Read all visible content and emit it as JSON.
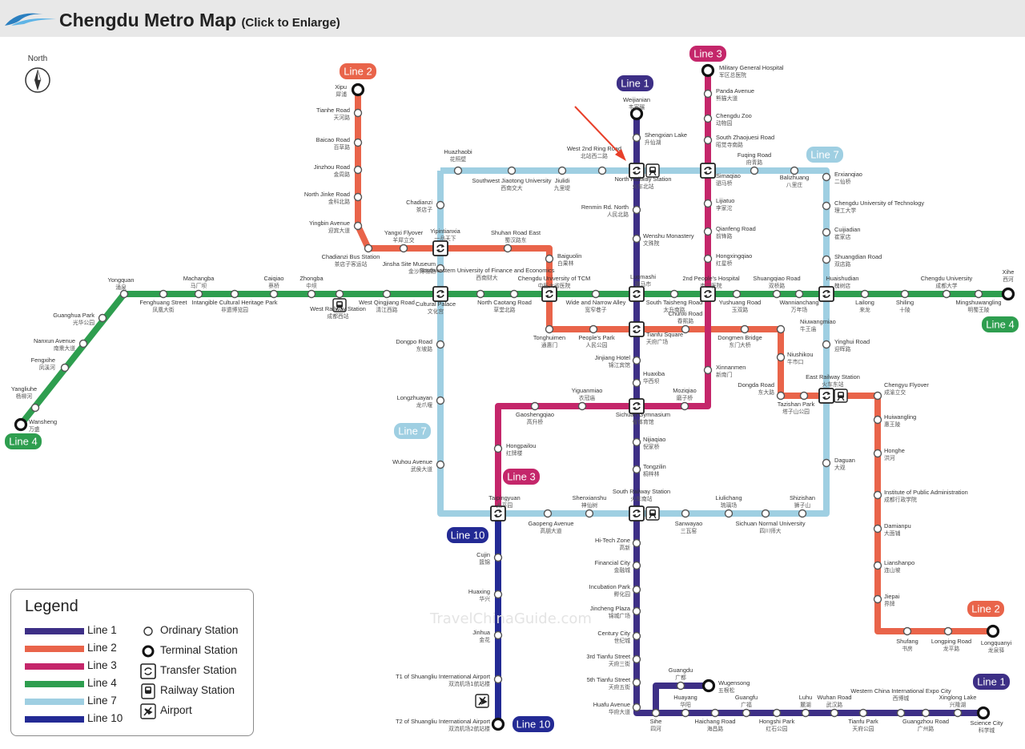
{
  "header": {
    "title": "Chengdu Metro Map",
    "subtitle": "(Click to Enlarge)"
  },
  "compass_label": "North",
  "watermark": "TravelChinaGuide.com",
  "colors": {
    "line1": "#3d2f86",
    "line2": "#e9644a",
    "line3": "#c4266a",
    "line4": "#2e9e4f",
    "line7": "#9fcfe2",
    "line10": "#232a94"
  },
  "line_badges": [
    {
      "text": "Line 1",
      "color": "#3d2f86"
    },
    {
      "text": "Line 1",
      "color": "#3d2f86"
    },
    {
      "text": "Line 2",
      "color": "#e9644a"
    },
    {
      "text": "Line 2",
      "color": "#e9644a"
    },
    {
      "text": "Line 3",
      "color": "#c4266a"
    },
    {
      "text": "Line 3",
      "color": "#c4266a"
    },
    {
      "text": "Line 4",
      "color": "#2e9e4f"
    },
    {
      "text": "Line 4",
      "color": "#2e9e4f"
    },
    {
      "text": "Line 7",
      "color": "#9fcfe2"
    },
    {
      "text": "Line 7",
      "color": "#9fcfe2"
    },
    {
      "text": "Line 10",
      "color": "#232a94"
    },
    {
      "text": "Line 10",
      "color": "#232a94"
    }
  ],
  "legend": {
    "title": "Legend",
    "lines": [
      {
        "label": "Line 1",
        "color": "#3d2f86"
      },
      {
        "label": "Line 2",
        "color": "#e9644a"
      },
      {
        "label": "Line 3",
        "color": "#c4266a"
      },
      {
        "label": "Line 4",
        "color": "#2e9e4f"
      },
      {
        "label": "Line 7",
        "color": "#9fcfe2"
      },
      {
        "label": "Line 10",
        "color": "#232a94"
      }
    ],
    "symbols": [
      {
        "label": "Ordinary Station",
        "icon": "ordinary-station-icon"
      },
      {
        "label": "Terminal Station",
        "icon": "terminal-station-icon"
      },
      {
        "label": "Transfer Station",
        "icon": "transfer-station-icon"
      },
      {
        "label": "Railway Station",
        "icon": "railway-station-icon"
      },
      {
        "label": "Airport",
        "icon": "airport-icon"
      }
    ]
  },
  "stations": [
    {
      "en": "Weijianian",
      "zh": "韦家碾"
    },
    {
      "en": "Shengxian Lake",
      "zh": "升仙湖"
    },
    {
      "en": "North Railway Station",
      "zh": "火车北站"
    },
    {
      "en": "Renmin Rd. North",
      "zh": "人民北路"
    },
    {
      "en": "Wenshu Monastery",
      "zh": "文殊院"
    },
    {
      "en": "Luomashi",
      "zh": "骡马市"
    },
    {
      "en": "Tianfu Square",
      "zh": "天府广场"
    },
    {
      "en": "Jinjiang Hotel",
      "zh": "锦江宾馆"
    },
    {
      "en": "Huaxiba",
      "zh": "华西坝"
    },
    {
      "en": "Sichuan Gymnasium",
      "zh": "省体育馆"
    },
    {
      "en": "Nijiaqiao",
      "zh": "倪家桥"
    },
    {
      "en": "Tongzilin",
      "zh": "桐梓林"
    },
    {
      "en": "South Railway Station",
      "zh": "火车南站"
    },
    {
      "en": "Hi-Tech Zone",
      "zh": "高新"
    },
    {
      "en": "Financial City",
      "zh": "金融城"
    },
    {
      "en": "Incubation Park",
      "zh": "孵化园"
    },
    {
      "en": "Jincheng Plaza",
      "zh": "锦城广场"
    },
    {
      "en": "Century City",
      "zh": "世纪城"
    },
    {
      "en": "3rd Tianfu Street",
      "zh": "天府三街"
    },
    {
      "en": "5th Tianfu Street",
      "zh": "天府五街"
    },
    {
      "en": "Huafu Avenue",
      "zh": "华府大道"
    },
    {
      "en": "Sihe",
      "zh": "四河"
    },
    {
      "en": "Guangdu",
      "zh": "广都"
    },
    {
      "en": "Wugensong",
      "zh": "五根松"
    },
    {
      "en": "Huayang",
      "zh": "华阳"
    },
    {
      "en": "Haichang Road",
      "zh": "海昌路"
    },
    {
      "en": "Guangfu",
      "zh": "广福"
    },
    {
      "en": "Hongshi Park",
      "zh": "红石公园"
    },
    {
      "en": "Luhu",
      "zh": "麓湖"
    },
    {
      "en": "Wuhan Road",
      "zh": "武汉路"
    },
    {
      "en": "Tianfu Park",
      "zh": "天府公园"
    },
    {
      "en": "Western China International Expo City",
      "zh": "西博城"
    },
    {
      "en": "Guangzhou Road",
      "zh": "广州路"
    },
    {
      "en": "Xinglong Lake",
      "zh": "兴隆湖"
    },
    {
      "en": "Science City",
      "zh": "科学城"
    },
    {
      "en": "Xipu",
      "zh": "犀浦"
    },
    {
      "en": "Tianhe Road",
      "zh": "天河路"
    },
    {
      "en": "Baicao Road",
      "zh": "百草路"
    },
    {
      "en": "Jinzhou Road",
      "zh": "金周路"
    },
    {
      "en": "North Jinke Road",
      "zh": "金科北路"
    },
    {
      "en": "Yingbin Avenue",
      "zh": "迎宾大道"
    },
    {
      "en": "Chadianzi Bus Station",
      "zh": "茶店子客运站"
    },
    {
      "en": "Yangxi Flyover",
      "zh": "羊犀立交"
    },
    {
      "en": "Yipintianxia",
      "zh": "一品天下"
    },
    {
      "en": "Shuhan Road East",
      "zh": "蜀汉路东"
    },
    {
      "en": "Baiguolin",
      "zh": "白果林"
    },
    {
      "en": "Chengdu University of TCM",
      "zh": "中医大省医院"
    },
    {
      "en": "Tonghuimen",
      "zh": "通惠门"
    },
    {
      "en": "People's Park",
      "zh": "人民公园"
    },
    {
      "en": "Chunxi Road",
      "zh": "春熙路"
    },
    {
      "en": "Dongmen Bridge",
      "zh": "东门大桥"
    },
    {
      "en": "Niuwangmiao",
      "zh": "牛王庙"
    },
    {
      "en": "Niushikou",
      "zh": "牛市口"
    },
    {
      "en": "Dongda Road",
      "zh": "东大路"
    },
    {
      "en": "Tazishan Park",
      "zh": "塔子山公园"
    },
    {
      "en": "Chengyu Flyover",
      "zh": "成渝立交"
    },
    {
      "en": "Huiwangling",
      "zh": "惠王陵"
    },
    {
      "en": "Honghe",
      "zh": "洪河"
    },
    {
      "en": "Institute of Public Administration",
      "zh": "成都行政学院"
    },
    {
      "en": "Damianpu",
      "zh": "大面铺"
    },
    {
      "en": "Lianshanpo",
      "zh": "连山坡"
    },
    {
      "en": "Jiepai",
      "zh": "界牌"
    },
    {
      "en": "Shufang",
      "zh": "书房"
    },
    {
      "en": "Longping Road",
      "zh": "龙平路"
    },
    {
      "en": "Longquanyi",
      "zh": "龙泉驿"
    },
    {
      "en": "Military General Hospital",
      "zh": "军区总医院"
    },
    {
      "en": "Panda Avenue",
      "zh": "熊猫大道"
    },
    {
      "en": "Chengdu Zoo",
      "zh": "动物园"
    },
    {
      "en": "South Zhaojuesi Road",
      "zh": "昭觉寺南路"
    },
    {
      "en": "Simaqiao",
      "zh": "驷马桥"
    },
    {
      "en": "Lijiatuo",
      "zh": "李家沱"
    },
    {
      "en": "Qianfeng Road",
      "zh": "前锋路"
    },
    {
      "en": "Hongxingqiao",
      "zh": "红星桥"
    },
    {
      "en": "2nd People's Hospital",
      "zh": "市二医院"
    },
    {
      "en": "Xinnanmen",
      "zh": "新南门"
    },
    {
      "en": "Moziqiao",
      "zh": "磨子桥"
    },
    {
      "en": "Yiguanmiao",
      "zh": "衣冠庙"
    },
    {
      "en": "Gaoshengqiao",
      "zh": "高升桥"
    },
    {
      "en": "Hongpailou",
      "zh": "红牌楼"
    },
    {
      "en": "Taipingyuan",
      "zh": "太平园"
    },
    {
      "en": "Wansheng",
      "zh": "万盛"
    },
    {
      "en": "Yangliuhe",
      "zh": "杨柳河"
    },
    {
      "en": "Fengxihe",
      "zh": "凤溪河"
    },
    {
      "en": "Nanxun Avenue",
      "zh": "南熏大道"
    },
    {
      "en": "Guanghua Park",
      "zh": "光华公园"
    },
    {
      "en": "Yongquan",
      "zh": "涌泉"
    },
    {
      "en": "Fenghuang Street",
      "zh": "凤凰大街"
    },
    {
      "en": "Machangba",
      "zh": "马厂坝"
    },
    {
      "en": "Intangible Cultural Heritage Park",
      "zh": "非遗博览园"
    },
    {
      "en": "Caiqiao",
      "zh": "蔡桥"
    },
    {
      "en": "Zhongba",
      "zh": "中坝"
    },
    {
      "en": "West Railway Station",
      "zh": "成都西站"
    },
    {
      "en": "West Qingjiang Road",
      "zh": "清江西路"
    },
    {
      "en": "Cultural Palace",
      "zh": "文化宫"
    },
    {
      "en": "Southwestern University of Finance and Economics",
      "zh": "西南财大"
    },
    {
      "en": "North Caotang Road",
      "zh": "草堂北路"
    },
    {
      "en": "Wide and Narrow Alley",
      "zh": "宽窄巷子"
    },
    {
      "en": "South Taisheng Road",
      "zh": "太升南路"
    },
    {
      "en": "Yushuang Road",
      "zh": "玉双路"
    },
    {
      "en": "Shuangqiao Road",
      "zh": "双桥路"
    },
    {
      "en": "Wannianchang",
      "zh": "万年场"
    },
    {
      "en": "Huaishudian",
      "zh": "槐树店"
    },
    {
      "en": "Lailong",
      "zh": "来龙"
    },
    {
      "en": "Shiling",
      "zh": "十陵"
    },
    {
      "en": "Chengdu University",
      "zh": "成都大学"
    },
    {
      "en": "Mingshuwangling",
      "zh": "明蜀王陵"
    },
    {
      "en": "Xihe",
      "zh": "西河"
    },
    {
      "en": "West 2nd Ring Road",
      "zh": "北站西二路"
    },
    {
      "en": "Jiulidi",
      "zh": "九里堤"
    },
    {
      "en": "Southwest Jiaotong University",
      "zh": "西南交大"
    },
    {
      "en": "Huazhaobi",
      "zh": "花照壁"
    },
    {
      "en": "Chadianzi",
      "zh": "茶店子"
    },
    {
      "en": "Jinsha Site Museum",
      "zh": "金沙博物馆"
    },
    {
      "en": "Dongpo Road",
      "zh": "东坡路"
    },
    {
      "en": "Longzhuayan",
      "zh": "龙爪堰"
    },
    {
      "en": "Wuhou Avenue",
      "zh": "武侯大道"
    },
    {
      "en": "Gaopeng Avenue",
      "zh": "高朋大道"
    },
    {
      "en": "Shenxianshu",
      "zh": "神仙树"
    },
    {
      "en": "Sanwayao",
      "zh": "三瓦窑"
    },
    {
      "en": "Liulichang",
      "zh": "琉璃场"
    },
    {
      "en": "Sichuan Normal University",
      "zh": "四川师大"
    },
    {
      "en": "Shizishan",
      "zh": "狮子山"
    },
    {
      "en": "Daguan",
      "zh": "大观"
    },
    {
      "en": "East Railway Station",
      "zh": "火车东站"
    },
    {
      "en": "Yinghui Road",
      "zh": "迎晖路"
    },
    {
      "en": "Shuangdian Road",
      "zh": "双店路"
    },
    {
      "en": "Cuijiadian",
      "zh": "崔家店"
    },
    {
      "en": "Chengdu University of Technology",
      "zh": "理工大学"
    },
    {
      "en": "Erxianqiao",
      "zh": "二仙桥"
    },
    {
      "en": "Balizhuang",
      "zh": "八里庄"
    },
    {
      "en": "Fuqing Road",
      "zh": "府青路"
    },
    {
      "en": "Cujin",
      "zh": "簇锦"
    },
    {
      "en": "Huaxing",
      "zh": "华兴"
    },
    {
      "en": "Jinhua",
      "zh": "金花"
    },
    {
      "en": "T1 of Shuangliu International Airport",
      "zh": "双流机场1航站楼"
    },
    {
      "en": "T2 of Shuangliu International Airport",
      "zh": "双流机场2航站楼"
    }
  ]
}
